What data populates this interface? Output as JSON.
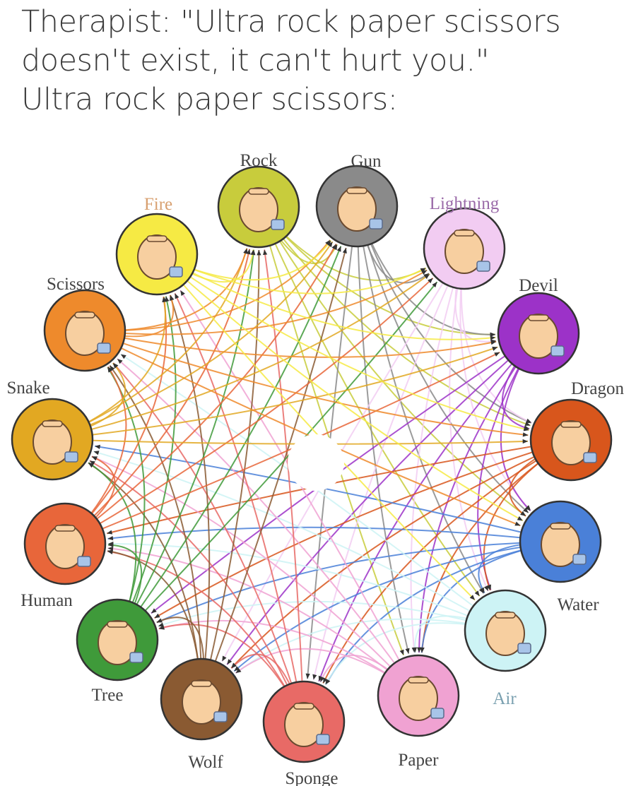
{
  "caption": {
    "line1": "Therapist: \"Ultra rock paper scissors",
    "line2": "doesn't exist, it can't hurt you.\"",
    "line3": "Ultra rock paper scissors:"
  },
  "gestures": [
    {
      "name": "Rock",
      "color": "#c8cc3c",
      "label_color": "#444444"
    },
    {
      "name": "Gun",
      "color": "#8a8a8a",
      "label_color": "#444444"
    },
    {
      "name": "Lightning",
      "color": "#f2ccf2",
      "label_color": "#9a6aa8"
    },
    {
      "name": "Devil",
      "color": "#9c32c8",
      "label_color": "#444444"
    },
    {
      "name": "Dragon",
      "color": "#d8561c",
      "label_color": "#444444"
    },
    {
      "name": "Water",
      "color": "#4a80d8",
      "label_color": "#444444"
    },
    {
      "name": "Air",
      "color": "#cdf3f5",
      "label_color": "#7aa0b0"
    },
    {
      "name": "Paper",
      "color": "#f0a2d2",
      "label_color": "#444444"
    },
    {
      "name": "Sponge",
      "color": "#e86a66",
      "label_color": "#444444"
    },
    {
      "name": "Wolf",
      "color": "#8a5a32",
      "label_color": "#444444"
    },
    {
      "name": "Tree",
      "color": "#3f9a3a",
      "label_color": "#444444"
    },
    {
      "name": "Human",
      "color": "#e8663a",
      "label_color": "#444444"
    },
    {
      "name": "Snake",
      "color": "#e2a822",
      "label_color": "#444444"
    },
    {
      "name": "Scissors",
      "color": "#ee8a2c",
      "label_color": "#444444"
    },
    {
      "name": "Fire",
      "color": "#f6ea44",
      "label_color": "#d8a070"
    }
  ],
  "wins_against_next": 7
}
